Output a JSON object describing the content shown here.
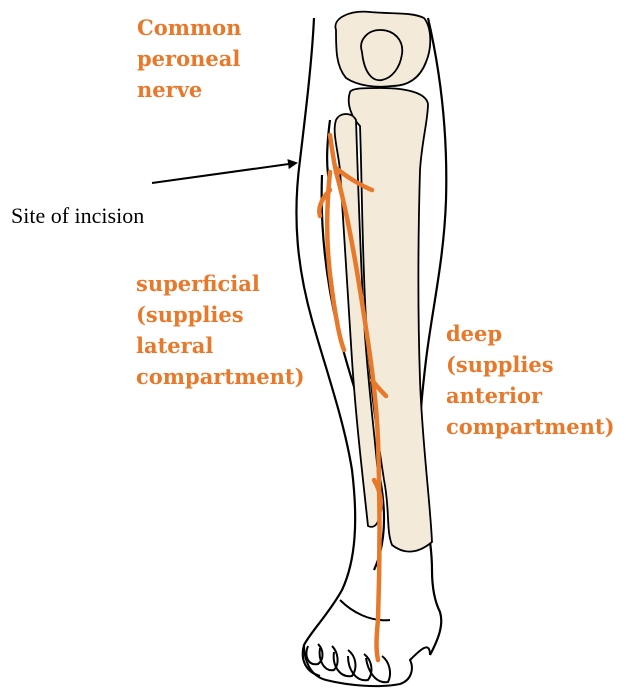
{
  "labels": {
    "common_peroneal": "Common\nperoneal\nnerve",
    "superficial": "superficial\n(supplies\nlateral\ncompartment)",
    "deep": "deep\n(supplies\nanterior\ncompartment)",
    "incision": "Site of incision"
  },
  "colors": {
    "nerve": "#e8782a",
    "bone": "#f3ead9",
    "outline": "#000000",
    "background": "#ffffff"
  }
}
